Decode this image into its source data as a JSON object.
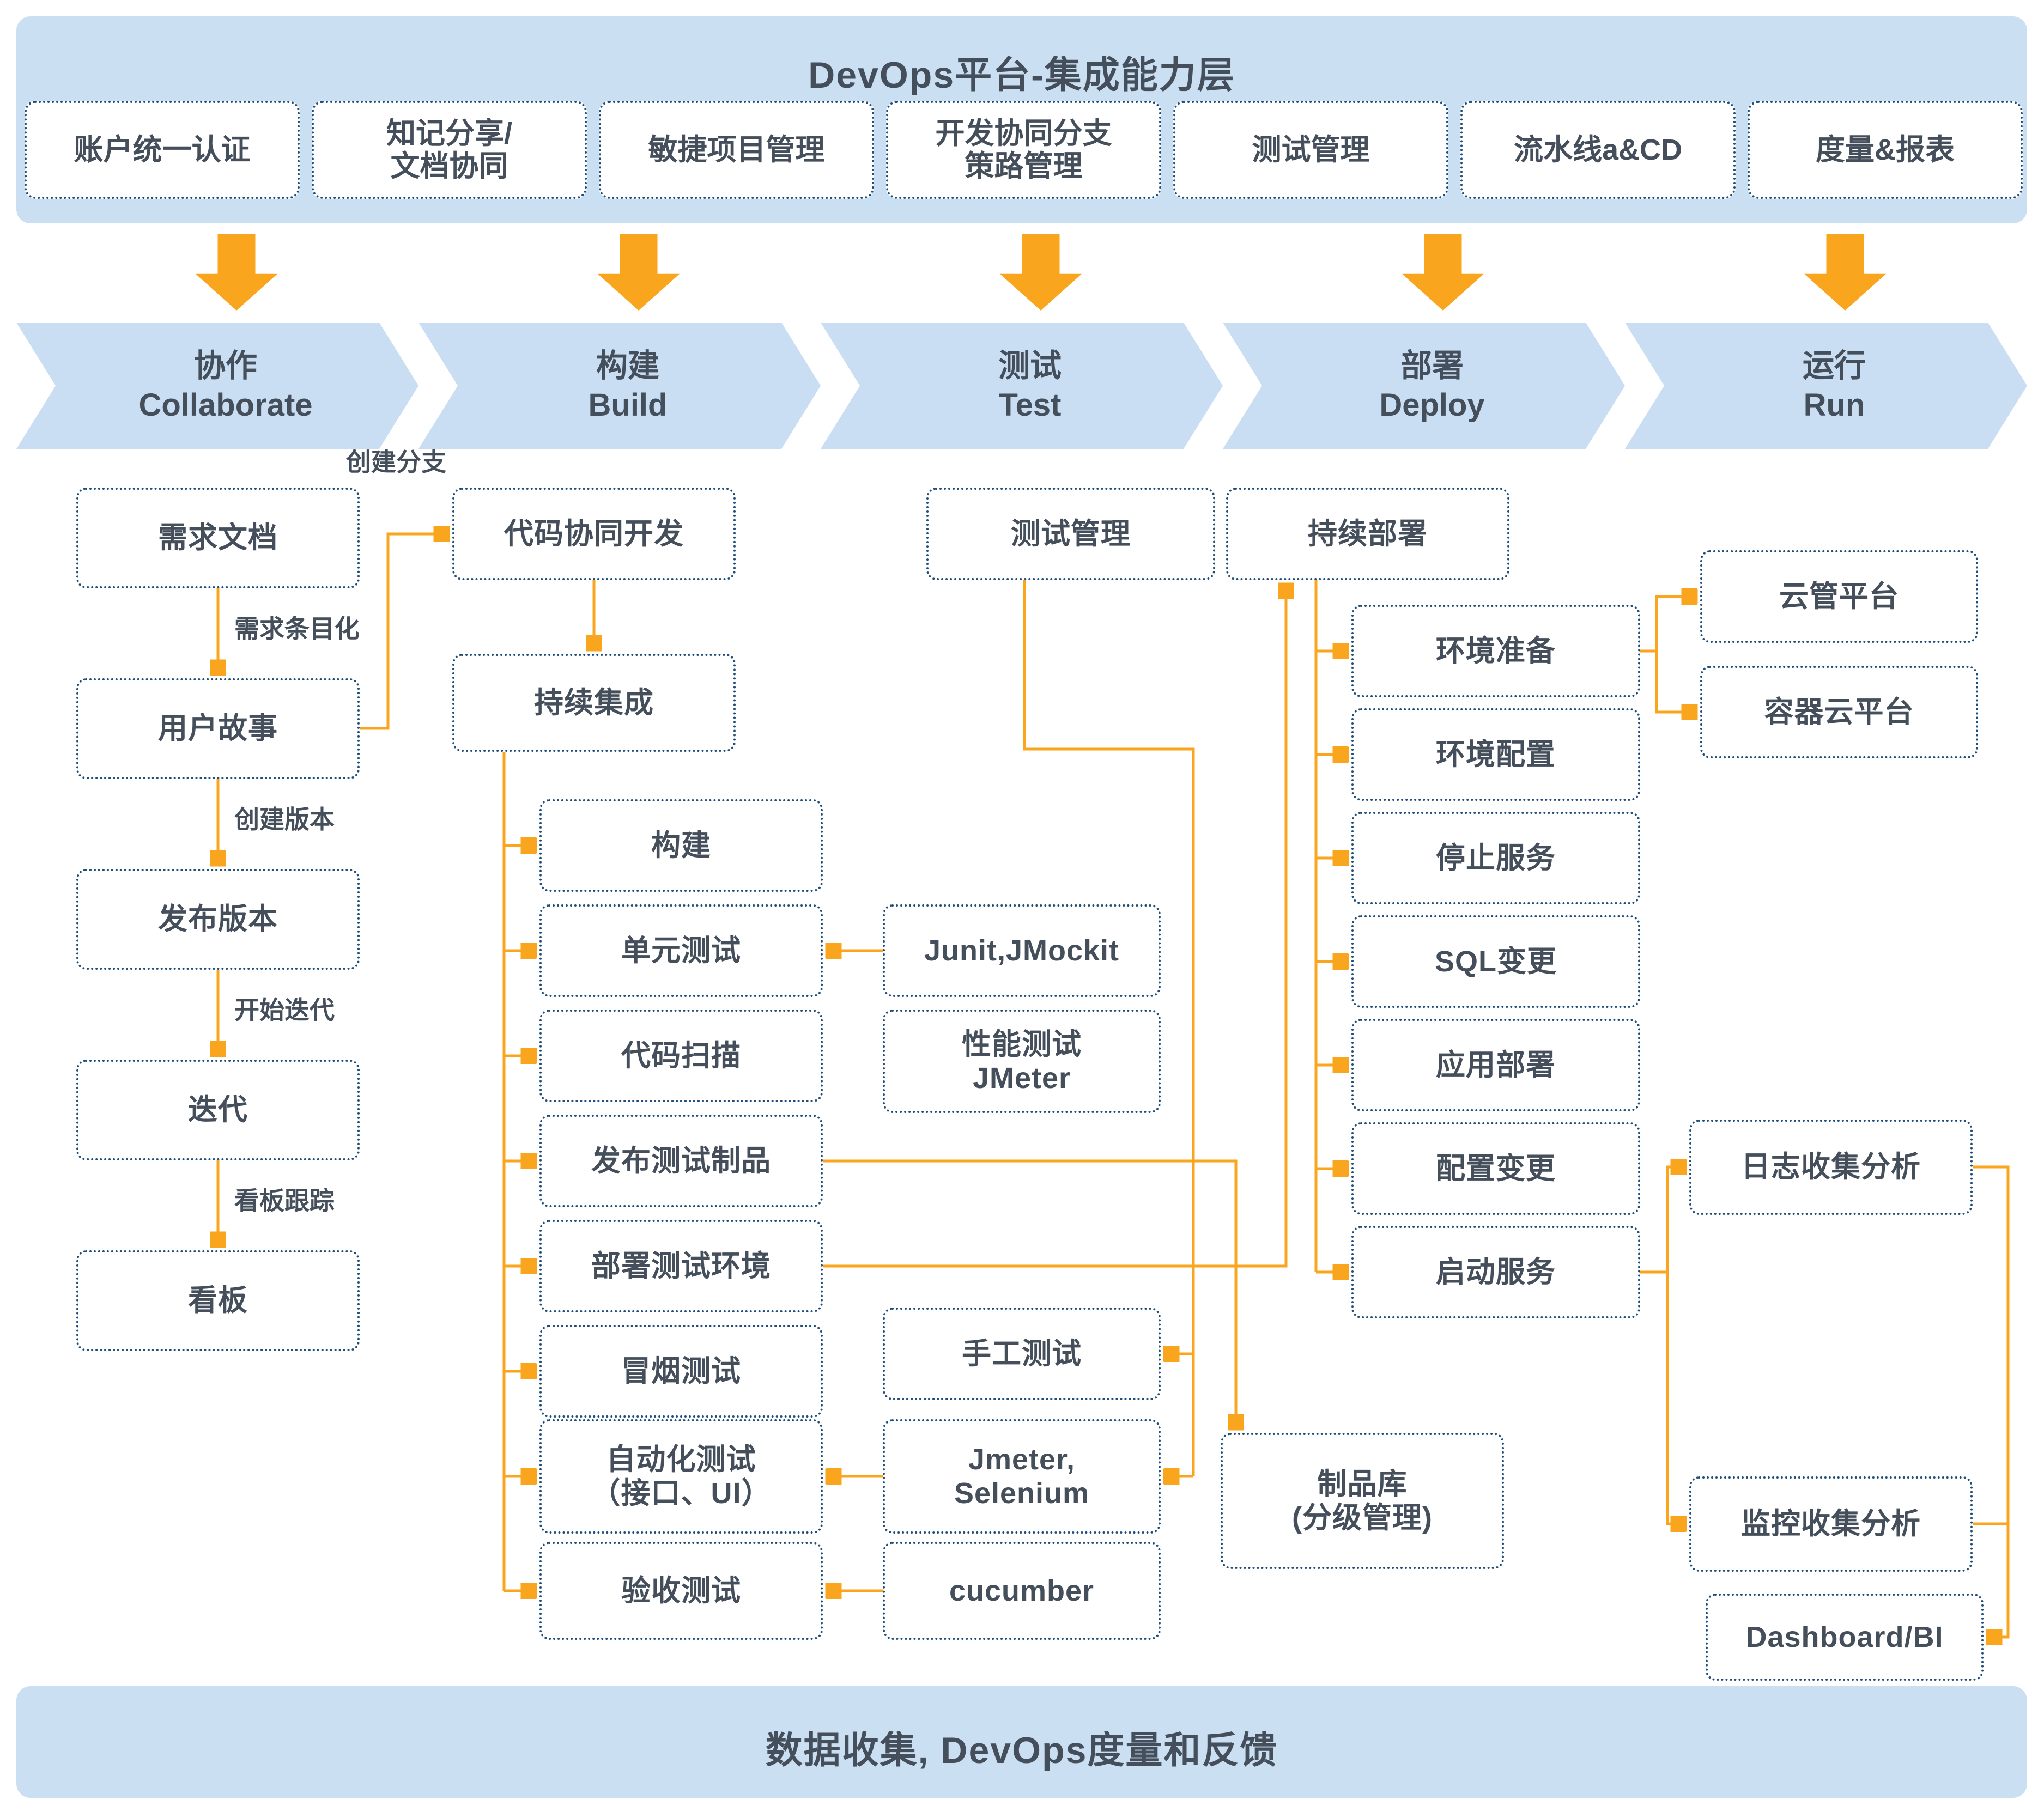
{
  "title_bar": {
    "title": "DevOps平台-集成能力层"
  },
  "capabilities": [
    [
      "账户统一认证"
    ],
    [
      "知记分享/",
      "文档协同"
    ],
    [
      "敏捷项目管理"
    ],
    [
      "开发协同分支",
      "策路管理"
    ],
    [
      "测试管理"
    ],
    [
      "流水线a&CD"
    ],
    [
      "度量&报表"
    ]
  ],
  "stages": [
    {
      "zh": "协作",
      "en": "Collaborate"
    },
    {
      "zh": "构建",
      "en": "Build"
    },
    {
      "zh": "测试",
      "en": "Test"
    },
    {
      "zh": "部署",
      "en": "Deploy"
    },
    {
      "zh": "运行",
      "en": "Run"
    }
  ],
  "nodes": {
    "req_doc": [
      "需求文档"
    ],
    "user_story": [
      "用户故事"
    ],
    "release_version": [
      "发布版本"
    ],
    "iteration": [
      "迭代"
    ],
    "kanban": [
      "看板"
    ],
    "code_collab": [
      "代码协同开发"
    ],
    "ci": [
      "持续集成"
    ],
    "build": [
      "构建"
    ],
    "unit_test": [
      "单元测试"
    ],
    "code_scan": [
      "代码扫描"
    ],
    "publish_artifact": [
      "发布测试制品"
    ],
    "deploy_test_env": [
      "部署测试环境"
    ],
    "smoke_test": [
      "冒烟测试"
    ],
    "auto_test": [
      "自动化测试",
      "（接口、UI）"
    ],
    "acceptance_test": [
      "验收测试"
    ],
    "test_mgmt": [
      "测试管理"
    ],
    "junit": [
      "Junit,JMockit"
    ],
    "perf_test": [
      "性能测试",
      "JMeter"
    ],
    "manual_test": [
      "手工测试"
    ],
    "jmeter_selenium": [
      "Jmeter,",
      "Selenium"
    ],
    "cucumber": [
      "cucumber"
    ],
    "artifact_repo": [
      "制品库",
      "(分级管理)"
    ],
    "cd": [
      "持续部署"
    ],
    "env_prep": [
      "环境准备"
    ],
    "env_config": [
      "环境配置"
    ],
    "stop_service": [
      "停止服务"
    ],
    "sql_change": [
      "SQL变更"
    ],
    "app_deploy": [
      "应用部署"
    ],
    "config_change": [
      "配置变更"
    ],
    "start_service": [
      "启动服务"
    ],
    "cloud_mgmt": [
      "云管平台"
    ],
    "container_cloud": [
      "容器云平台"
    ],
    "log_analysis": [
      "日志收集分析"
    ],
    "monitor_analysis": [
      "监控收集分析"
    ],
    "dashboard": [
      "Dashboard/BI"
    ]
  },
  "edge_labels": {
    "create_branch": "创建分支",
    "req_itemize": "需求条目化",
    "create_version": "创建版本",
    "start_iteration": "开始迭代",
    "kanban_track": "看板跟踪"
  },
  "footer": {
    "title": "数据收集, DevOps度量和反馈"
  },
  "colors": {
    "accent_orange": "#F9A51D",
    "panel_blue": "#CBDFF3",
    "border_navy": "#1E4E79",
    "text_dark": "#454F5B"
  }
}
